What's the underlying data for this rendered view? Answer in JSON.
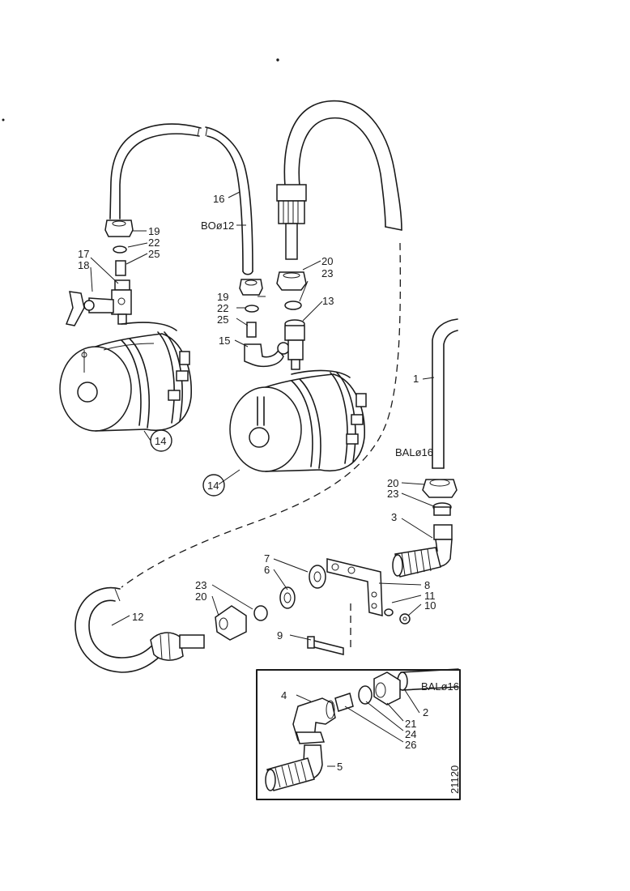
{
  "callouts": {
    "c1": "1",
    "c2": "2",
    "c3": "3",
    "c4": "4",
    "c5": "5",
    "c6": "6",
    "c7": "7",
    "c8": "8",
    "c9": "9",
    "c10": "10",
    "c11": "11",
    "c12": "12",
    "c13": "13",
    "c14a": "14",
    "c14b": "14",
    "c15": "15",
    "c16": "16",
    "c17": "17",
    "c18": "18",
    "c19a": "19",
    "c19b": "19",
    "c20a": "20",
    "c20b": "20",
    "c20c": "20",
    "c21": "21",
    "c22a": "22",
    "c22b": "22",
    "c23a": "23",
    "c23b": "23",
    "c23c": "23",
    "c24": "24",
    "c25a": "25",
    "c25b": "25",
    "c26": "26"
  },
  "hose_specs": {
    "bo12": "BOø12",
    "bal16a": "BALø16",
    "bal16b": "BALø16"
  },
  "drawing_number": "21120"
}
